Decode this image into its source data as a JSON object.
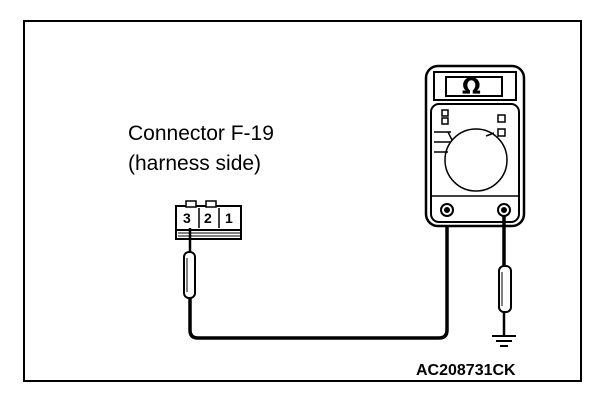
{
  "connector": {
    "title": "Connector F-19",
    "subtitle": "(harness side)",
    "pins": [
      "3",
      "2",
      "1"
    ]
  },
  "meter": {
    "display_symbol": "Ω",
    "icon": "ohmmeter-icon"
  },
  "figure_code": "AC208731CK",
  "colors": {
    "line": "#000000",
    "background": "#ffffff"
  }
}
